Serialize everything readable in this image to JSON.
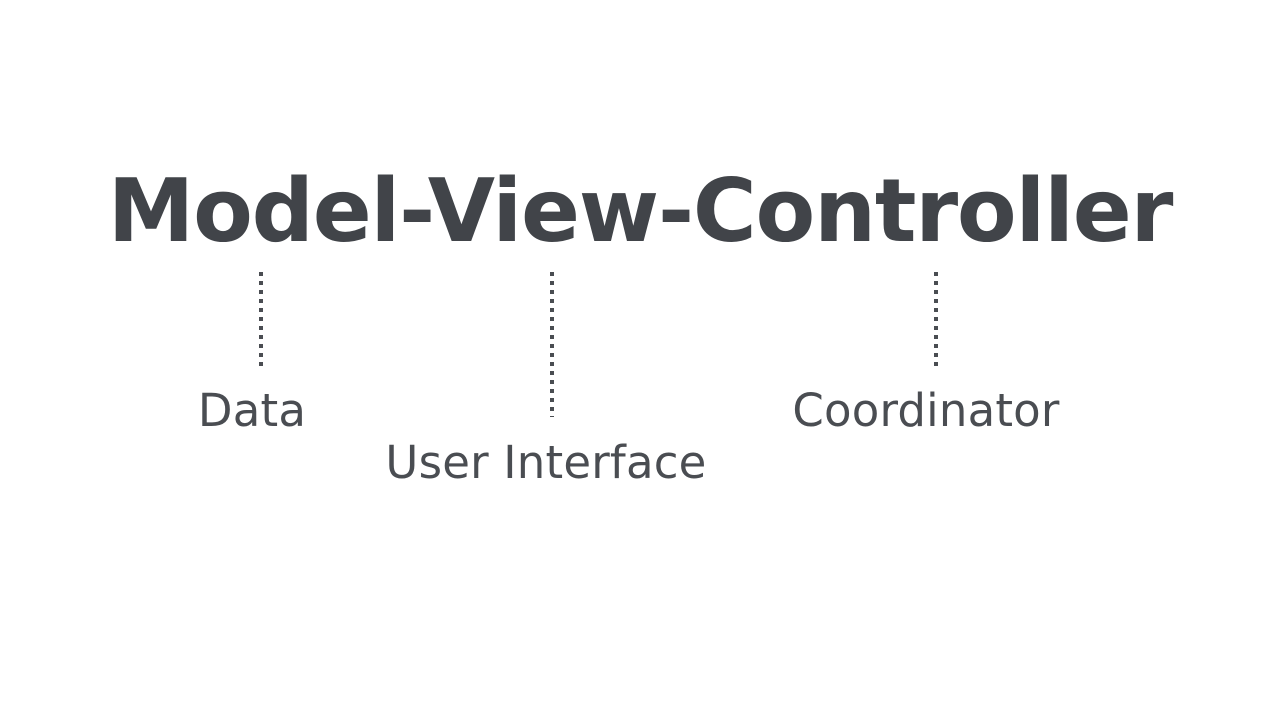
{
  "slide": {
    "background_color": "#ffffff",
    "title": {
      "text": "Model-View-Controller",
      "color": "#414449"
    },
    "parts": [
      {
        "term": "Model",
        "caption": "Data",
        "connector": "dotted-vertical-line",
        "color": "#4a4d52"
      },
      {
        "term": "View",
        "caption": "User Interface",
        "connector": "dotted-vertical-line",
        "color": "#4a4d52"
      },
      {
        "term": "Controller",
        "caption": "Coordinator",
        "connector": "dotted-vertical-line",
        "color": "#4a4d52"
      }
    ]
  }
}
